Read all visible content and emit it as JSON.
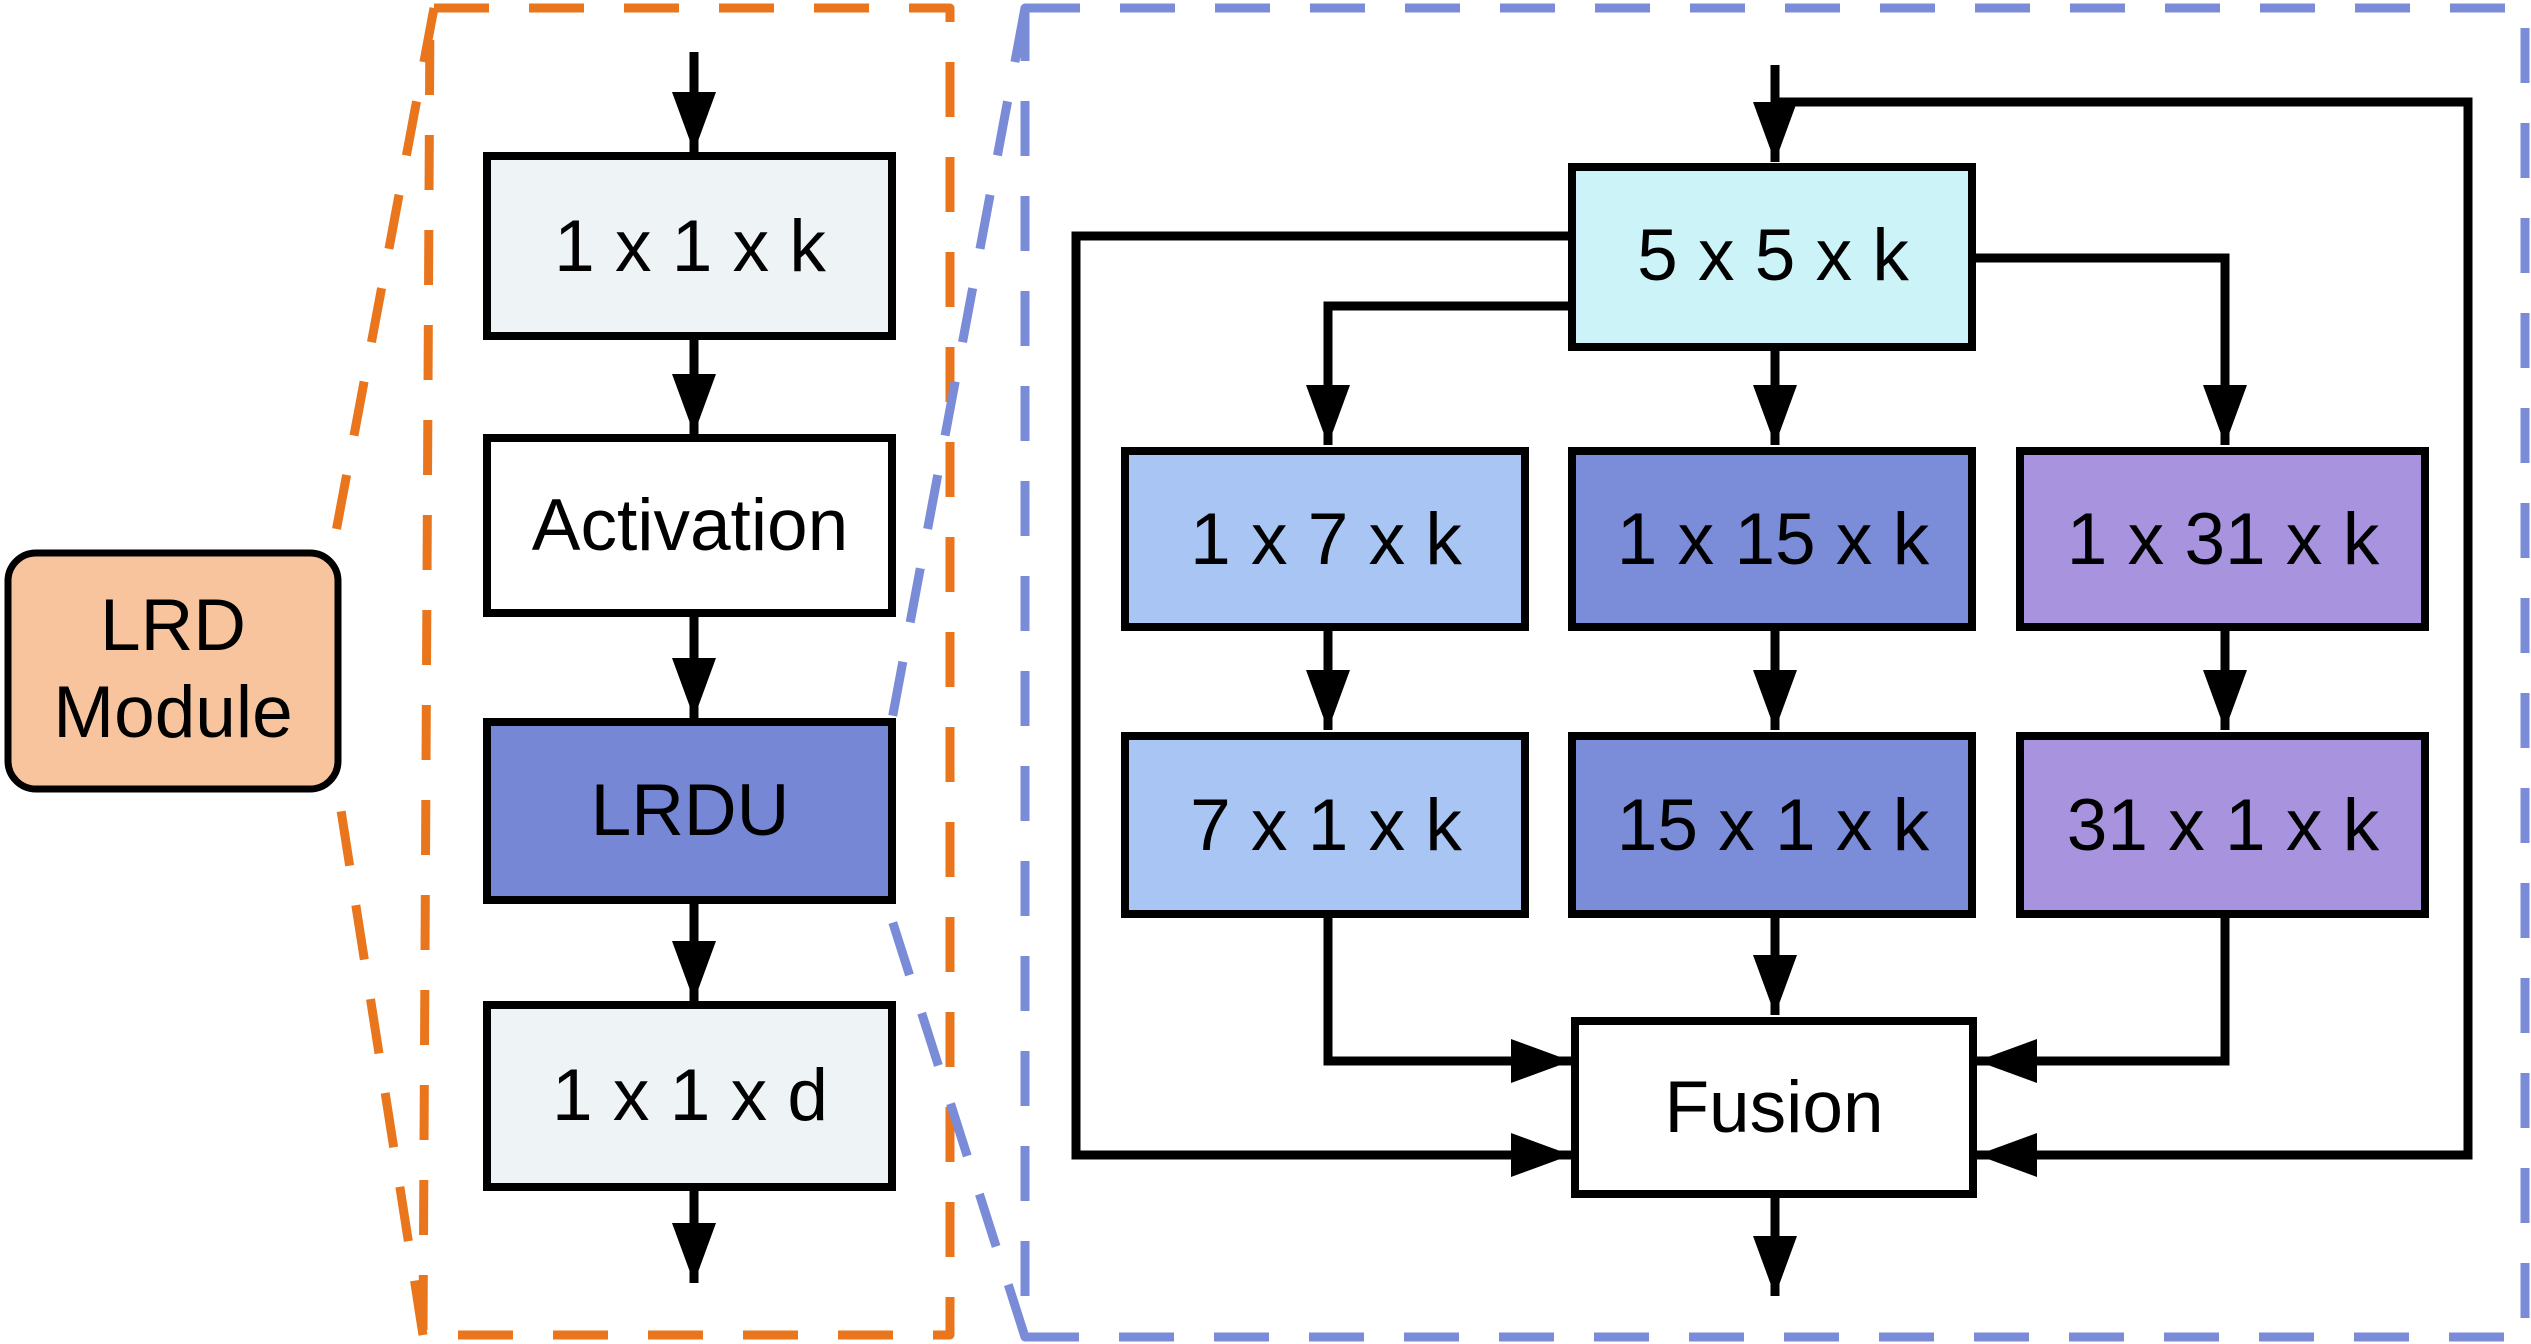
{
  "module": {
    "line1": "LRD",
    "line2": "Module"
  },
  "left_branch": {
    "conv_in": "1 x 1 x k",
    "activation": "Activation",
    "lrdu": "LRDU",
    "conv_out": "1 x 1 x d"
  },
  "lrdu_detail": {
    "depthwise": "5 x 5 x k",
    "branch_7": {
      "horizontal": "1 x 7 x k",
      "vertical": "7 x 1 x k"
    },
    "branch_15": {
      "horizontal": "1 x 15 x k",
      "vertical": "15 x 1 x k"
    },
    "branch_31": {
      "horizontal": "1 x 31 x k",
      "vertical": "31 x 1 x k"
    },
    "fusion": "Fusion"
  },
  "colors": {
    "module_fill": "#F8C49E",
    "light_box_fill": "#EEF4F6",
    "white_box_fill": "#FFFFFF",
    "lrdu_fill": "#7587D5",
    "depthwise_fill": "#CCF4F8",
    "branch_7_fill": "#A9C5F4",
    "branch_15_fill": "#7B8CD9",
    "branch_31_fill": "#A893DF",
    "orange_dash": "#E9761D",
    "blue_dash": "#7A8CD8",
    "line": "#000000"
  }
}
